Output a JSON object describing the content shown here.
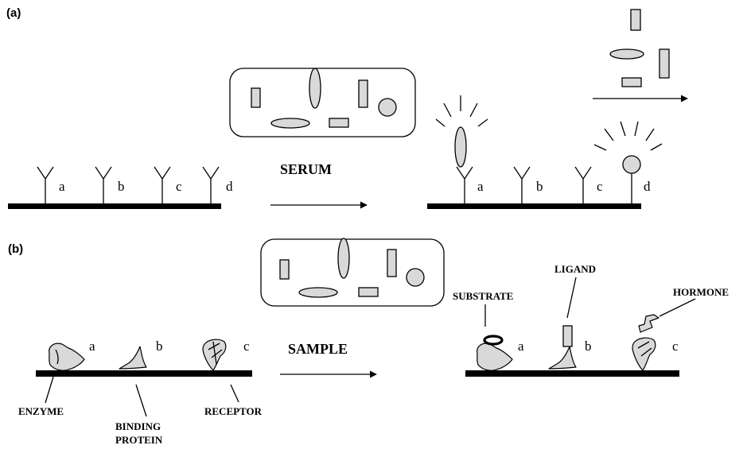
{
  "panel_a": {
    "tag": "(a)",
    "antibody_labels": [
      "a",
      "b",
      "c",
      "d"
    ],
    "arrow_label": "SERUM"
  },
  "panel_b": {
    "tag": "(b)",
    "protein_labels": [
      "a",
      "b",
      "c"
    ],
    "arrow_label": "SAMPLE",
    "left_names": [
      "ENZYME",
      "BINDING",
      "PROTEIN",
      "RECEPTOR"
    ],
    "right_names": [
      "SUBSTRATE",
      "LIGAND",
      "HORMONE"
    ]
  }
}
